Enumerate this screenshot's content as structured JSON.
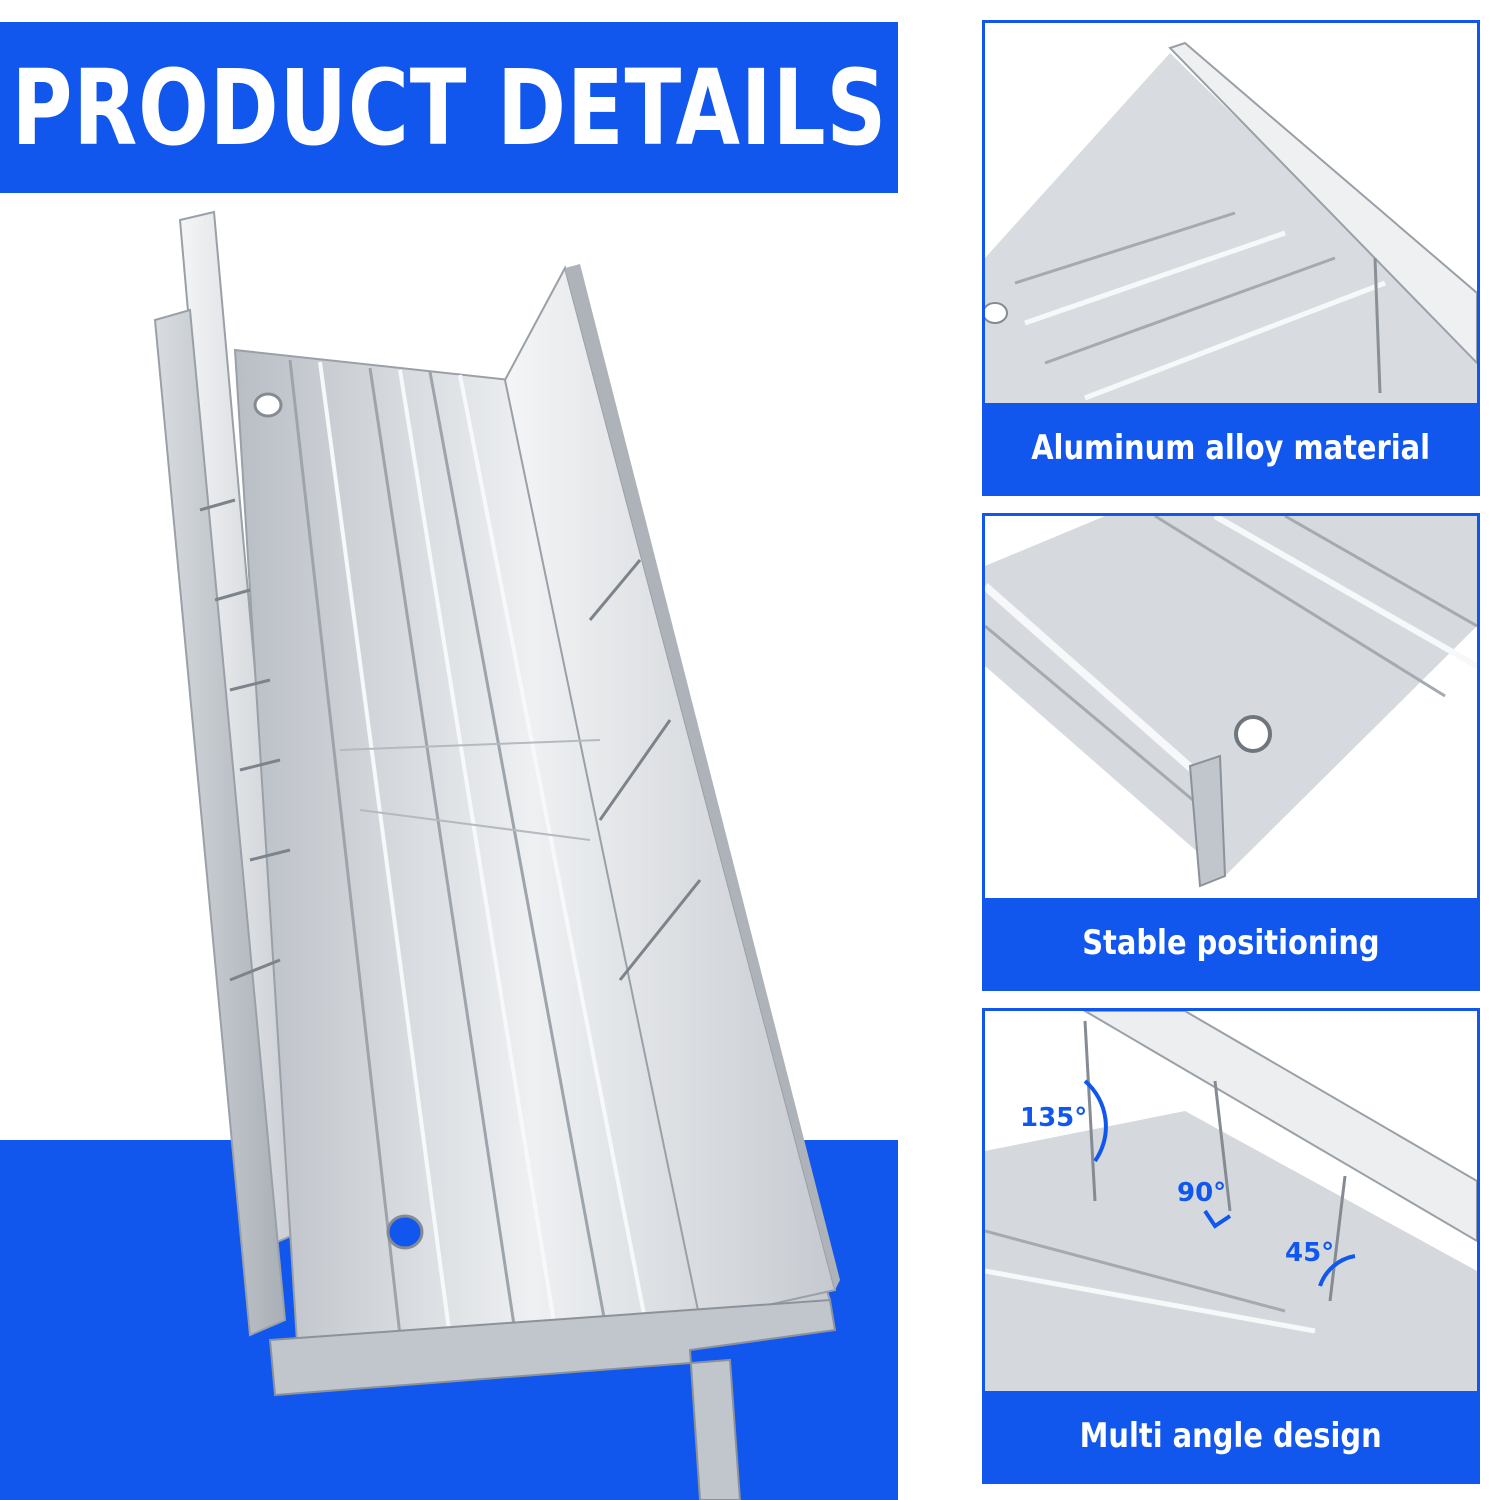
{
  "title": "PRODUCT DETAILS",
  "panels": [
    {
      "caption": "Aluminum alloy material"
    },
    {
      "caption": "Stable positioning"
    },
    {
      "caption": "Multi angle design",
      "angles": [
        "135°",
        "90°",
        "45°"
      ]
    }
  ],
  "colors": {
    "accent": "#1157ee",
    "metal": "#cfd3d8",
    "text": "#ffffff"
  }
}
